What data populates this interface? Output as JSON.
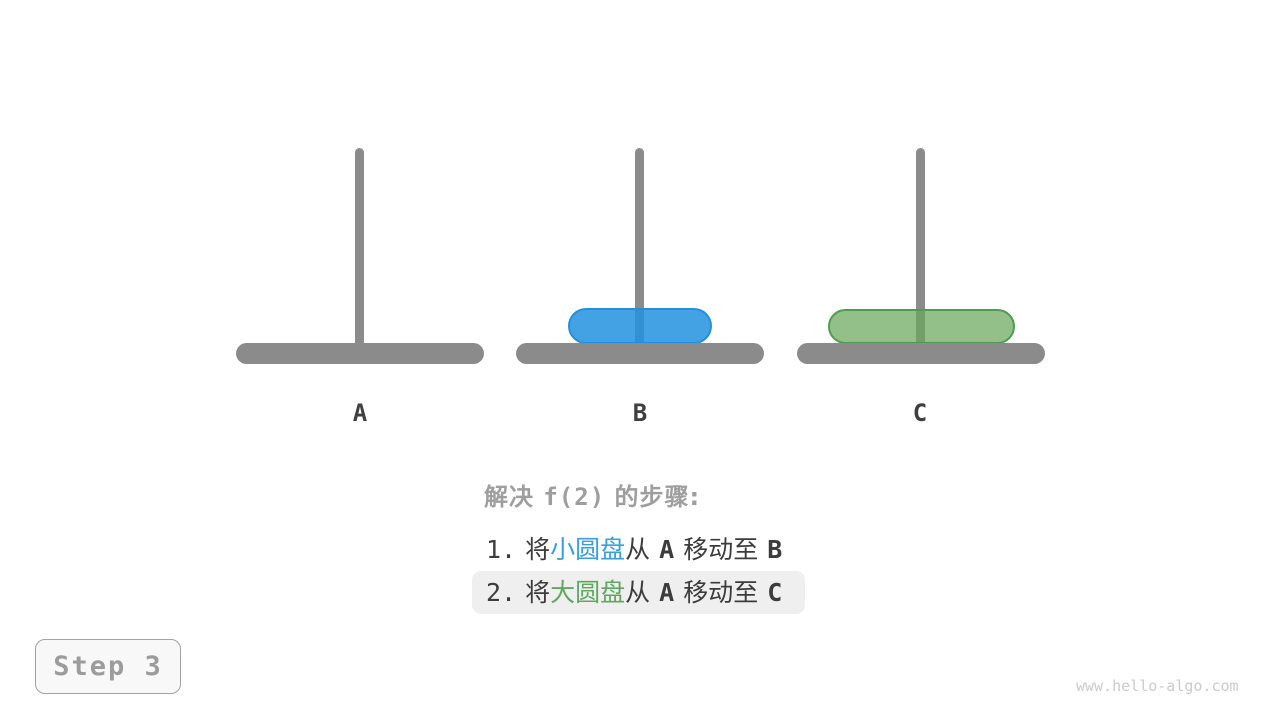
{
  "watermark": "www.hello-algo.com",
  "badge": {
    "label": "Step 3"
  },
  "colors": {
    "peg_gray": "#8b8b8b",
    "peg_label_dark": "#3f3f3f",
    "heading_gray": "#9e9e9e",
    "step_text_dark": "#3c3c3c",
    "highlight_row_bg": "#efefef",
    "small_disk_fill": "rgba(33,146,222,0.85)",
    "small_disk_border": "#2590d8",
    "small_disk_text": "#3b9ddc",
    "large_disk_fill": "rgba(106,168,92,0.72)",
    "large_disk_border": "#4e9b51",
    "large_disk_text": "#61a761",
    "badge_text": "#9c9c9c",
    "watermark_gray": "#cbcbcb"
  },
  "hanoi": {
    "pegs": [
      {
        "label": "A",
        "disks": []
      },
      {
        "label": "B",
        "disks": [
          "small-blue-disk"
        ]
      },
      {
        "label": "C",
        "disks": [
          "large-green-disk"
        ]
      }
    ]
  },
  "steps": {
    "heading": {
      "prefix": "解决 ",
      "code": "f(2)",
      "suffix": " 的步骤:"
    },
    "items": [
      {
        "num": "1.",
        "verb": "将",
        "disk": "小圆盘",
        "conn": "从",
        "from": "A",
        "move": "移动至",
        "to": "B",
        "highlighted": false
      },
      {
        "num": "2.",
        "verb": "将",
        "disk": "大圆盘",
        "conn": "从",
        "from": "A",
        "move": "移动至",
        "to": "C",
        "highlighted": true
      }
    ]
  }
}
